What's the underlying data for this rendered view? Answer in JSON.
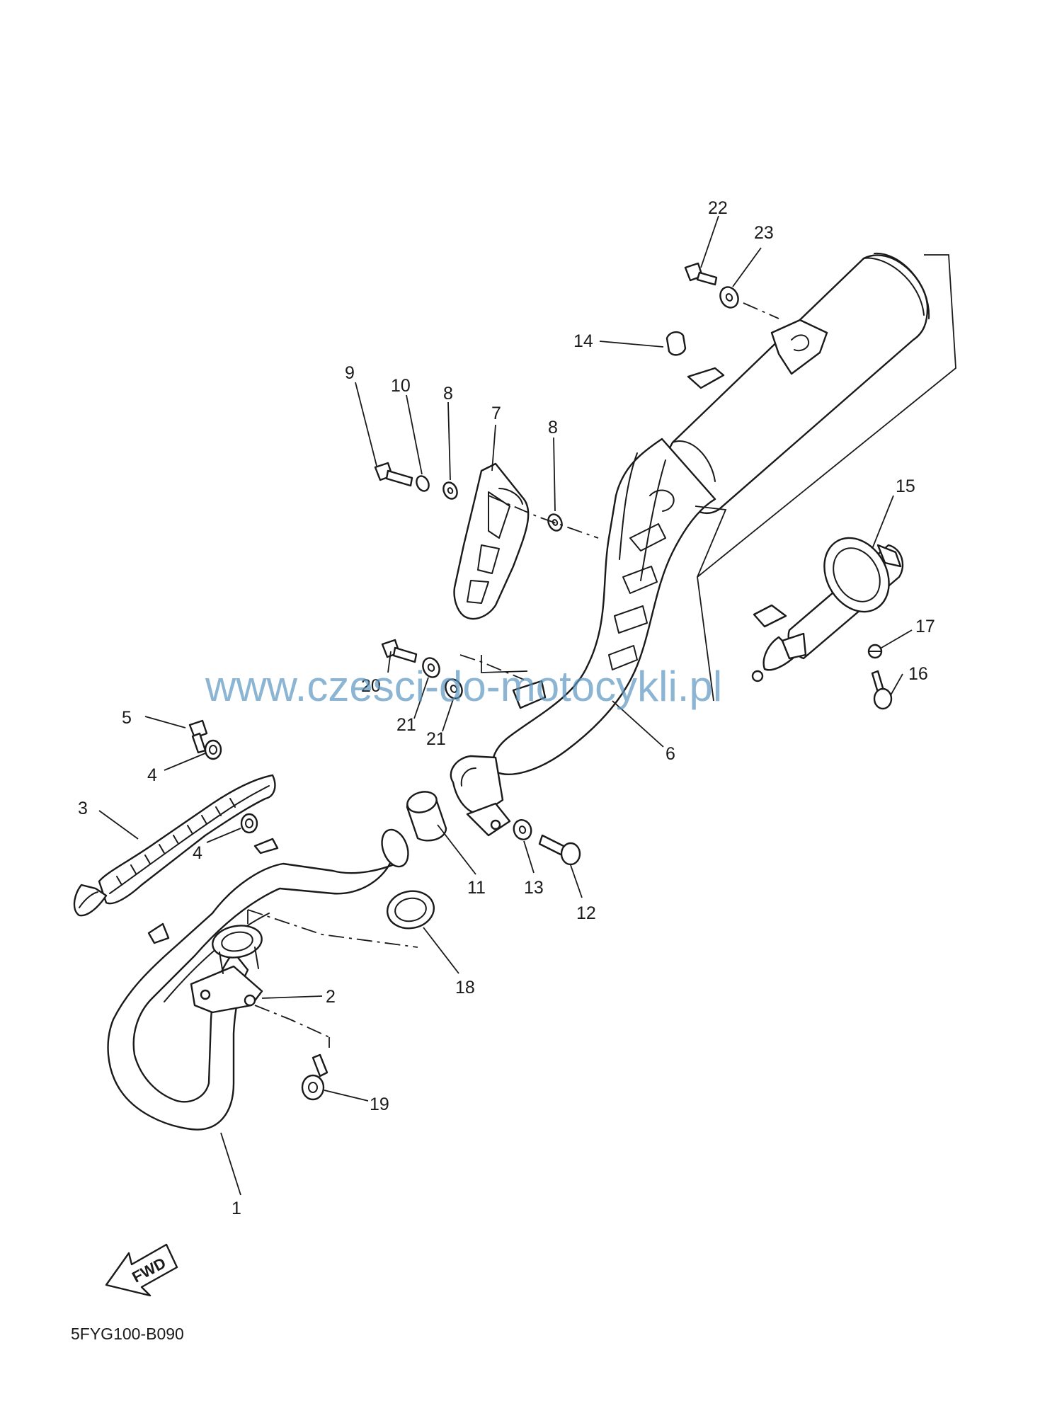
{
  "diagram": {
    "callouts": [
      {
        "id": "c1",
        "text": "1"
      },
      {
        "id": "c2",
        "text": "2"
      },
      {
        "id": "c3",
        "text": "3"
      },
      {
        "id": "c4a",
        "text": "4"
      },
      {
        "id": "c4b",
        "text": "4"
      },
      {
        "id": "c5",
        "text": "5"
      },
      {
        "id": "c6",
        "text": "6"
      },
      {
        "id": "c7",
        "text": "7"
      },
      {
        "id": "c8a",
        "text": "8"
      },
      {
        "id": "c8b",
        "text": "8"
      },
      {
        "id": "c9",
        "text": "9"
      },
      {
        "id": "c10",
        "text": "10"
      },
      {
        "id": "c11",
        "text": "11"
      },
      {
        "id": "c12",
        "text": "12"
      },
      {
        "id": "c13",
        "text": "13"
      },
      {
        "id": "c14",
        "text": "14"
      },
      {
        "id": "c15",
        "text": "15"
      },
      {
        "id": "c16",
        "text": "16"
      },
      {
        "id": "c17",
        "text": "17"
      },
      {
        "id": "c18",
        "text": "18"
      },
      {
        "id": "c19",
        "text": "19"
      },
      {
        "id": "c20",
        "text": "20"
      },
      {
        "id": "c21a",
        "text": "21"
      },
      {
        "id": "c21b",
        "text": "21"
      },
      {
        "id": "c22",
        "text": "22"
      },
      {
        "id": "c23",
        "text": "23"
      }
    ],
    "fwd_label": "FWD",
    "drawing_code": "5FYG100-B090",
    "watermark": "www.czesci-do-motocykli.pl"
  }
}
